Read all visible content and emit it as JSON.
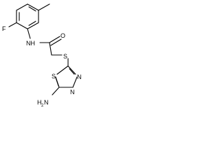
{
  "molecule": {
    "atoms": {
      "f": "F",
      "nh": "NH",
      "o": "O",
      "s_thioether": "S",
      "s_ring": "S",
      "n_ring_top": "N",
      "n_ring_bottom": "N",
      "nh2_n": "H",
      "nh2_h": "2",
      "nh2_tail": "N"
    }
  },
  "colors": {
    "ink": "#000000",
    "background": "#ffffff"
  }
}
